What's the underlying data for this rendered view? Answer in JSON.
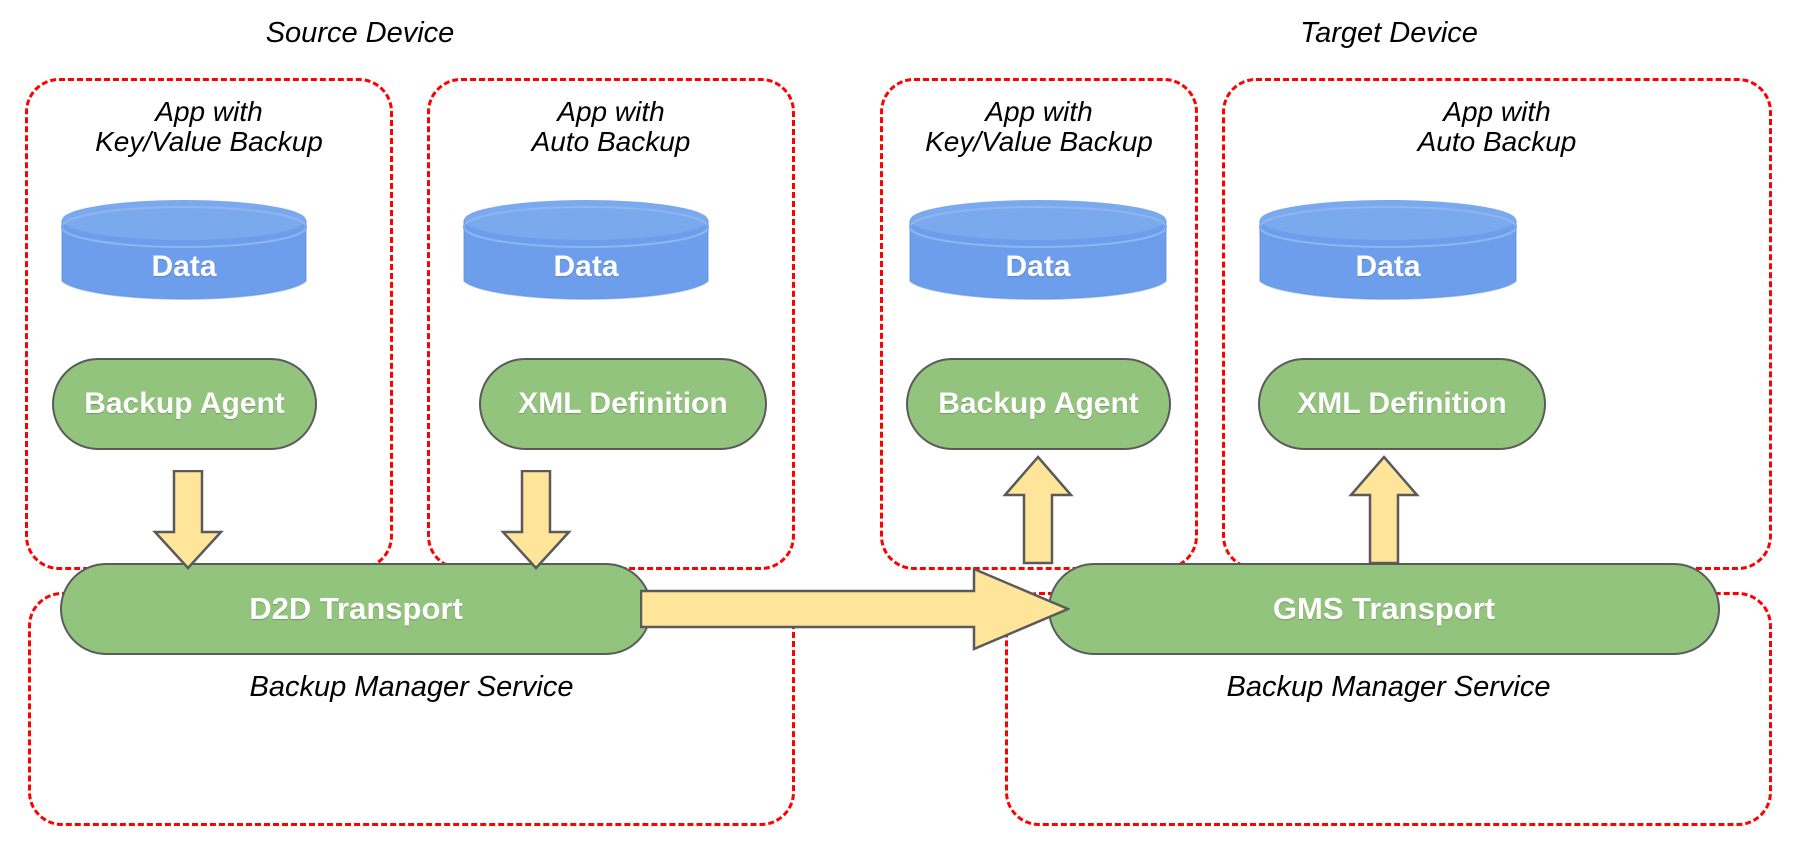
{
  "diagram": {
    "title_source": "Source Device",
    "title_target": "Target Device",
    "colors": {
      "dashed_border": "#ff0000",
      "data_cylinder": "#6d9eeb",
      "component_green": "#93c47d",
      "arrow_yellow": "#ffe599",
      "arrow_stroke": "#5a5a5a",
      "text_dark": "#000000",
      "text_light": "#ffffff",
      "background": "#ffffff"
    }
  },
  "source_device": {
    "label": "Source Device",
    "apps": [
      {
        "title": "App with\nKey/Value Backup",
        "data_label": "Data",
        "component_label": "Backup Agent"
      },
      {
        "title": "App with\nAuto Backup",
        "data_label": "Data",
        "component_label": "XML Definition"
      }
    ],
    "service": {
      "transport_label": "D2D Transport",
      "service_label": "Backup Manager Service"
    }
  },
  "target_device": {
    "label": "Target Device",
    "apps": [
      {
        "title": "App with\nKey/Value Backup",
        "data_label": "Data",
        "component_label": "Backup Agent"
      },
      {
        "title": "App with\nAuto Backup",
        "data_label": "Data",
        "component_label": "XML Definition"
      }
    ],
    "service": {
      "transport_label": "GMS Transport",
      "service_label": "Backup Manager Service"
    }
  },
  "flows": [
    {
      "name": "backup-agent-to-d2d",
      "direction": "down"
    },
    {
      "name": "xml-definition-to-d2d",
      "direction": "down"
    },
    {
      "name": "d2d-to-gms",
      "direction": "right"
    },
    {
      "name": "gms-to-backup-agent",
      "direction": "up"
    },
    {
      "name": "gms-to-xml-definition",
      "direction": "up"
    }
  ]
}
